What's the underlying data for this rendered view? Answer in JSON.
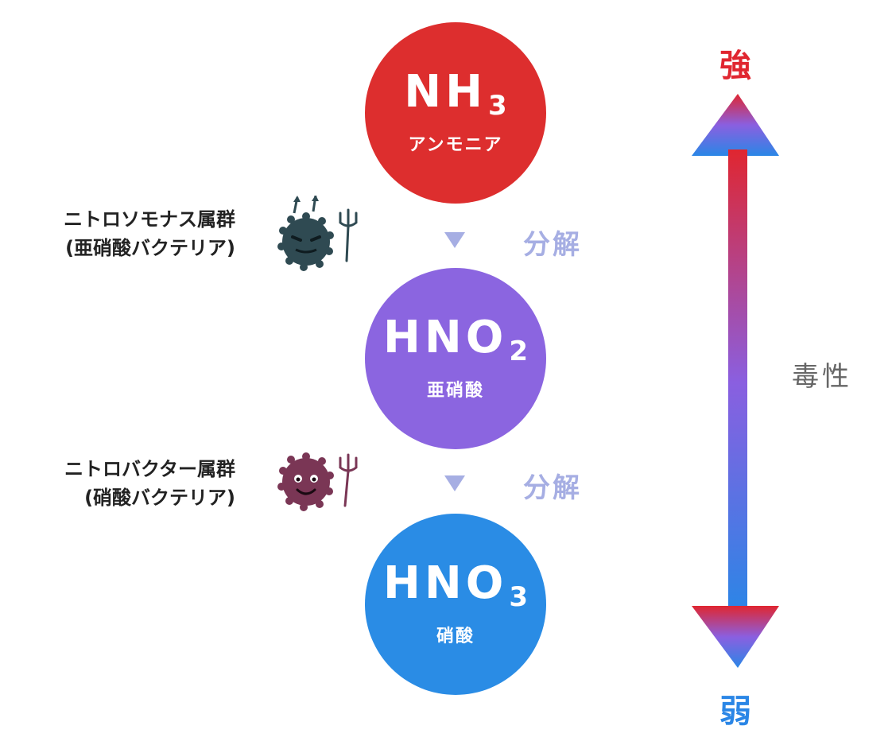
{
  "compounds": [
    {
      "formula": "NH",
      "subscript": "3",
      "name": "アンモニア",
      "color": "#dd2e2e"
    },
    {
      "formula": "HNO",
      "subscript": "2",
      "name": "亜硝酸",
      "color": "#8b65e0"
    },
    {
      "formula": "HNO",
      "subscript": "3",
      "name": "硝酸",
      "color": "#2a8ce5"
    }
  ],
  "steps": [
    {
      "label": "分解",
      "bacteria_line1": "ニトロソモナス属群",
      "bacteria_line2": "(亜硝酸バクテリア)",
      "microbe_color": "#2f4a52"
    },
    {
      "label": "分解",
      "bacteria_line1": "ニトロバクター属群",
      "bacteria_line2": "(硝酸バクテリア)",
      "microbe_color": "#7a3655"
    }
  ],
  "scale": {
    "strong": "強",
    "weak": "弱",
    "label": "毒性",
    "top_color": "#e02630",
    "mid_color": "#8a5fe0",
    "bottom_color": "#2a86e6"
  }
}
